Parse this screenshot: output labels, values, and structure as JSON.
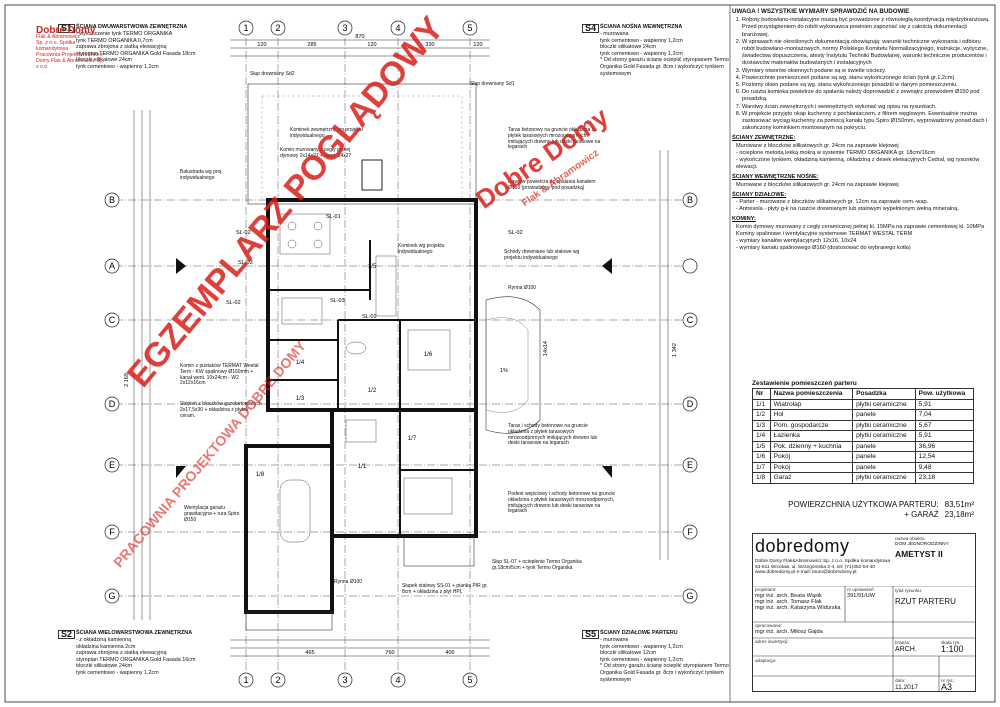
{
  "notes": {
    "warning": "UWAGA !   WSZYSTKIE WYMIARY SPRAWDZIĆ NA BUDOWIE",
    "items": [
      "Roboty budowlano-instalacyjne muszą być prowadzone z równoległą koordynacją międzybranżową. Przed przystąpieniem do robót wykonawca powinien zapoznać się z całością dokumentacji branżowej.",
      "W sprawach nie określonych dokumentacją obowiązują: warunki techniczne wykonania i odbioru robót budowlano-montażowych, normy Polskiego Komitetu Normalizacyjnego, instrukcje, wytyczne, świadectwa dopuszczenia, atesty Instytutu Techniki Budowlanej, warunki techniczne producentów i dostawców materiałów budowlanych i instalacyjnych",
      "Wymiary otworów okiennych podane są w świetle ościeży.",
      "Powierzchnie pomieszczeń podane są wg. stanu wykończonego ścian (tynk gr.1,2cm).",
      "Poziomy okien podane są wg. stanu wykończonego posadzki w danym pomieszczeniu.",
      "Do ruszta kominka powietrze do spalania należy doprowadzić z zewnątrz przewodem Ø150 pod posadzką.",
      "Warstwy ścian zewnętrznych i wewnętrznych wykonać wg opisu na rysunkach.",
      "W projekcie przyjęto okap kuchenny z pochłaniaczem, z filtrem węglowym. Ewentualnie można zastosować wyciąg kuchenny za pomocą kanału typu Spiro Ø150mm, wyprowadzony ponad dach i zakończony kominkiem montowanym na pokryciu."
    ],
    "sections": [
      {
        "title": "ŚCIANY ZEWNĘTRZNE:",
        "lines": [
          "Murowane z bloczków silikatowych gr. 24cm na zaprawie klejowej",
          "- ocieplone metodą lekką mokrą w systemie TERMO ORGANIKA gr. 18cm/16cm",
          "- wykończone tynkiem, okładziną kamienną, okładziną z desek elewacyjnych Cedral, wg rysunków elewacji."
        ]
      },
      {
        "title": "ŚCIANY WEWNĘTRZNE NOŚNE:",
        "lines": [
          "Murowane z bloczków silikatowych gr. 24cm na zaprawie klejowej"
        ]
      },
      {
        "title": "ŚCIANY DZIAŁOWE:",
        "lines": [
          "- Parter - murowane z bloczków silikatowych gr. 12cm na zaprawie cem.-wap.",
          "- Antresola - płyty g-k na ruszcie drewnianym lub stalowym wypełnionym wełną mineralną."
        ]
      },
      {
        "title": "KOMINY:",
        "lines": [
          "Komin dymowy murowany z cegły ceramicznej pełnej kl. 15MPa na zaprawie cementowej kl. 10MPa",
          "Kominy spalinowe i wentylacyjne systemowe TERMAT WESTAL TERM",
          "- wymiary kanałów wentylacyjnych 12x16, 10x24",
          "- wymiary kanału spalinowego Ø160 (dostosować do wybranego kotła)"
        ]
      }
    ]
  },
  "rooms": {
    "caption": "Zestawienie pomieszczeń parteru",
    "headers": [
      "Nr",
      "Nazwa pomieszczenia",
      "Posadzka",
      "Pow. użytkowa"
    ],
    "rows": [
      [
        "1/1",
        "Wiatrołap",
        "płytki ceramiczne",
        "5,91"
      ],
      [
        "1/2",
        "Hol",
        "panele",
        "7,04"
      ],
      [
        "1/3",
        "Pom. gospodarcze",
        "płytki ceramiczne",
        "5,67"
      ],
      [
        "1/4",
        "Łazienka",
        "płytki ceramiczne",
        "5,91"
      ],
      [
        "1/5",
        "Pok. dzienny + kuchnia",
        "panele",
        "36,96"
      ],
      [
        "1/6",
        "Pokój",
        "panele",
        "12,54"
      ],
      [
        "1/7",
        "Pokój",
        "panele",
        "9,48"
      ],
      [
        "1/8",
        "Garaż",
        "płytki ceramiczne",
        "23,18"
      ]
    ]
  },
  "area": {
    "label1": "POWIERZCHNIA UŻYTKOWA PARTERU:",
    "value1": "83,51m²",
    "label2": "+ GARAŻ",
    "value2": "23,18m²"
  },
  "title_block": {
    "logo": "dobredomy",
    "address": "Dobre Domy Flak&Abramowicz Sp. z o.o. Spółka komandytowa 53-611 Wrocław, ul. Strzegomska 2-4, tel: (71)352-04-40 www.dobredomy.pl   e-mail: biuro@dobredomy.pl",
    "name_label": "nazwa obiektu:",
    "subtitle": "DOM JEDNORODZINNY",
    "title": "AMETYST II",
    "projektant_label": "projektant:",
    "nr_label": "nr uprawnień:",
    "designers": [
      "mgr inż. arch. Beata Wąsik",
      "mgr inż. arch. Tomasz Flak",
      "mgr inż. arch. Katarzyna Widurska"
    ],
    "licence": "391/91/UW",
    "opr_label": "opracowanie:",
    "opr": "mgr inż. arch. Miłosz Gajda",
    "rys_label": "tytuł rysunku:",
    "drawing": "RZUT PARTERU",
    "adres_label": "adres inwestycji:",
    "branza_label": "branża:",
    "branza": "ARCH.",
    "skala_label": "skala rys.:",
    "skala": "1:100",
    "adapt_label": "adaptacja:",
    "data_label": "data:",
    "data": "11.2017",
    "nr_rys_label": "nr rys.:",
    "nr_rys": "A3"
  },
  "watermarks": {
    "main": "EGZEMPLARZ POGLĄDOWY",
    "side": "PRACOWNIA PROJEKTOWA DOBRE DOMY",
    "brand": "Dobre Domy",
    "brand_sub": "Flak & Abramowicz"
  },
  "stamp": {
    "brand": "Dobre Domy",
    "sub": "Flak & Abramowicz",
    "line1": "Sp. z o.o. Spółka komandytowa",
    "line2": "Pracownia Projektowa Dobre",
    "line3": "Domy Flak & Abramowicz Sp. z o.o."
  },
  "legends": {
    "s1": {
      "tag": "S1",
      "title": "ŚCIANA DWUWARSTWOWA ZEWNĘTRZNA",
      "lines": [
        "- wykończenie tynk TERMO ORGANIKA",
        "tynk TERMO ORGANIKA  0,7cm",
        "zaprawa zbrojona z siatką elewacyjną",
        "styropian TERMO ORGANIKA Gold Fasada  18cm",
        "bloczki silikatowe  24cm",
        "tynk cementowo - wapienny  1,2cm"
      ]
    },
    "s4": {
      "tag": "S4",
      "title": "ŚCIANA NOŚNA WEWNĘTRZNA",
      "lines": [
        "- murowana",
        "tynk cementowo - wapienny  1,2cm",
        "bloczki silikatowe  24cm",
        "tynk cementowo - wapienny  1,2cm",
        "* Od strony garażu ścianę ocieplić styropianem Termo Organika Gold Fasada gr. 8cm i wykończyć tynkiem systemowym"
      ]
    },
    "s2": {
      "tag": "S2",
      "title": "ŚCIANA WIELOWARSTWOWA ZEWNĘTRZNA",
      "lines": [
        "- z okładziną kamienną",
        "okładzina kamienna  2cm",
        "zaprawa zbrojona z siatką elewacyjną",
        "styropian TERMO ORGANIKA Gold Fasada  16cm",
        "bloczki silikatowe  24cm",
        "tynk cementowo - wapienny  1,2cm"
      ]
    },
    "s5": {
      "tag": "S5",
      "title": "ŚCIANY DZIAŁOWE PARTERU",
      "lines": [
        "- murowane",
        "tynk cementowo - wapienny  1,2cm",
        "bloczki silikatowe  12cm",
        "tynk cementowo - wapienny  1,2cm",
        "* Od strony garażu ścianę ocieplić styropianem Termo Organika Gold Fasada gr. 8cm i wykończyć tynkiem systemowym"
      ]
    }
  },
  "plan": {
    "axes_top": [
      "1",
      "2",
      "3",
      "4",
      "5"
    ],
    "axes_side": [
      "A",
      "B",
      "C",
      "D",
      "E",
      "F",
      "G"
    ],
    "dim_top1": "870",
    "dim_top2": [
      "120",
      "285",
      "120",
      "330",
      "120"
    ],
    "dim_bottom": [
      "465",
      "760",
      "400"
    ],
    "dim_left": "2 169",
    "dim_right": "1 342",
    "room_labels": [
      "1/5",
      "1/4",
      "1/3",
      "1/2",
      "1/6",
      "1/7",
      "1/1",
      "1/8"
    ],
    "annotations": [
      "Słup drewniany Sd2",
      "Słup drewniany Sd1",
      "Kominek zewnętrzny wg projektu indywidualnego",
      "Komin murowany z cegły pełnej dymowy 2x14x27 + went. 14x27",
      "Balustrada wg proj. indywidualnego",
      "Taras betonowy na gruncie okładzina z płytek tarasowych mrozoodpornych imitujących drewno lub deski tarasowe na legarach",
      "Nawiew powietrza do spalania kanałem Ø150 (prowadzony pod posadzką)",
      "Kominek wg projektu indywidualnego",
      "Schody drewniane lub stalowe wg projektu indywidualnego",
      "Rynna Ø100",
      "Komin z pustaków TERMAT Westal Term - KW spalinowy Ø160mm + kanał went. 10x24cm - W2 2x12x16cm",
      "Stopień z bloczków gazobetonowych 2x17,5x30 + okładzina z płytek ceram.",
      "Taras i schody betonowe na gruncie okładzina z płytek tarasowych mrozoodpornych imitujących drewno lub deski tarasowe na legarach",
      "Podest wejściowy i schody betonowe na gruncie okładzina z płytek tarasowych mrozoodpornych, imitujących drewno lub deski tarasowe na legarach",
      "Wentylacja garażu grawitacyjna + rura Spiro Ø150",
      "Słup SL-07 + ocieplenie Termo Organika gr.18cm/5cm + tynk Termo Organika",
      "Słupek stalowy SS-01 + pianka PIR gr. 8cm + okładzina z płyt HPL",
      "Rynna Ø100"
    ],
    "beam_labels": [
      "SL-01",
      "SL-02",
      "SL-03",
      "SL-02",
      "SL-02",
      "SL-03",
      "SL-02"
    ],
    "misc": [
      "1%",
      "1%",
      "1%",
      "1%",
      "14x14",
      "1%"
    ]
  }
}
